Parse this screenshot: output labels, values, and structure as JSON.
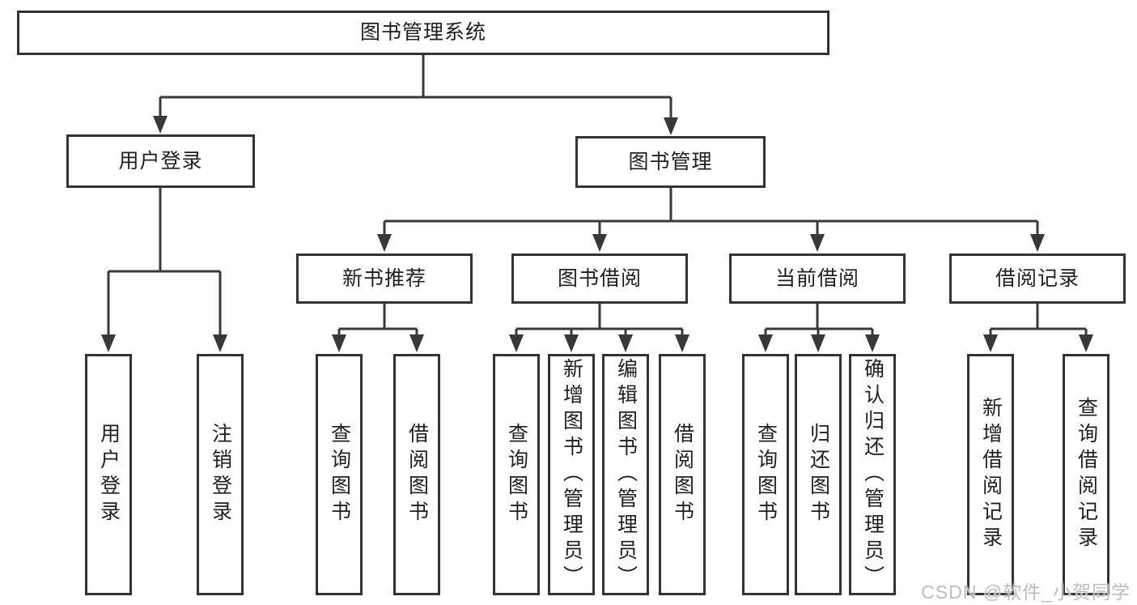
{
  "tree": {
    "root": {
      "label": "图书管理系统"
    },
    "branches": [
      {
        "label": "用户登录",
        "children": [
          {
            "label": "用户登录"
          },
          {
            "label": "注销登录"
          }
        ]
      },
      {
        "label": "图书管理",
        "children": [
          {
            "label": "新书推荐",
            "children": [
              {
                "label": "查询图书"
              },
              {
                "label": "借阅图书"
              }
            ]
          },
          {
            "label": "图书借阅",
            "children": [
              {
                "label": "查询图书"
              },
              {
                "label": "新增图书（管理员）"
              },
              {
                "label": "编辑图书（管理员）"
              },
              {
                "label": "借阅图书"
              }
            ]
          },
          {
            "label": "当前借阅",
            "children": [
              {
                "label": "查询图书"
              },
              {
                "label": "归还图书"
              },
              {
                "label": "确认归还（管理员）"
              }
            ]
          },
          {
            "label": "借阅记录",
            "children": [
              {
                "label": "新增借阅记录"
              },
              {
                "label": "查询借阅记录"
              }
            ]
          }
        ]
      }
    ]
  },
  "watermark": {
    "text": "CSDN @软件_小贺同学"
  },
  "colors": {
    "line": "#383838",
    "border": "#333333",
    "text": "#1f1f1f",
    "watermark": "#bdbdbd",
    "background": "#ffffff"
  }
}
